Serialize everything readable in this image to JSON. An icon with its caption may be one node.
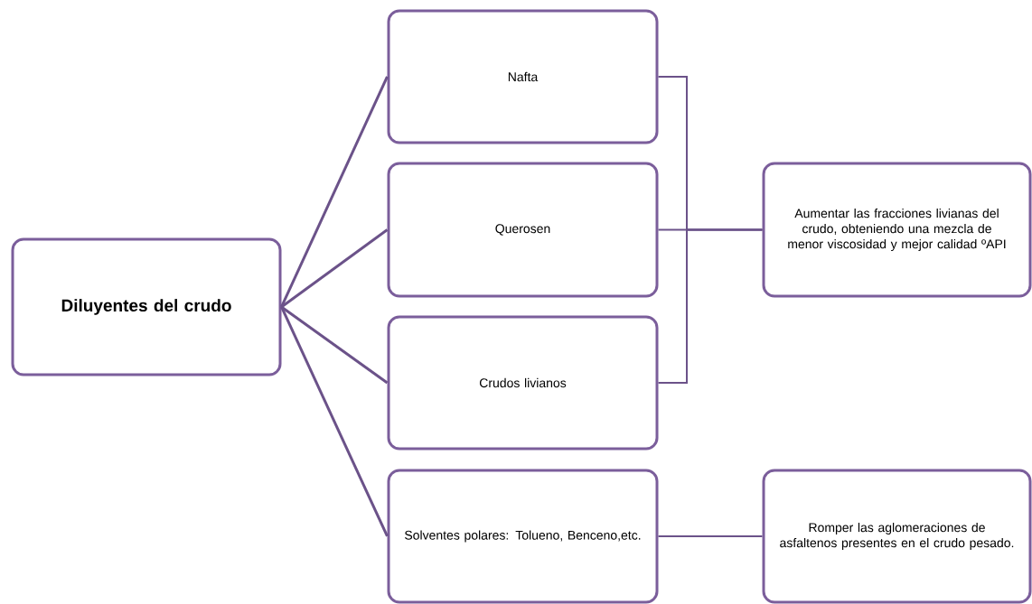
{
  "diagram": {
    "nodes": [
      {
        "text": [
          "Diluyentes del crudo"
        ]
      },
      {
        "text": [
          "Nafta"
        ]
      },
      {
        "text": [
          "Querosen"
        ]
      },
      {
        "text": [
          "Crudos livianos"
        ]
      },
      {
        "text": [
          "Solventes polares: Tolueno, Benceno,etc."
        ]
      },
      {
        "text": [
          "Aumentar las fracciones livianas del crudo, obteniendo una mezcla de menor viscosidad y mejor calidad ºAPI"
        ]
      },
      {
        "text": [
          "Romper las aglomeraciones de asfaltenos presentes en el crudo pesado."
        ]
      }
    ],
    "edges": [
      {
        "from": 0,
        "to": 1,
        "arrow": "none"
      },
      {
        "from": 0,
        "to": 2,
        "arrow": "none"
      },
      {
        "from": 0,
        "to": 3,
        "arrow": "none"
      },
      {
        "from": 0,
        "to": 4,
        "arrow": "none"
      },
      {
        "from": 1,
        "to": 5,
        "arrow": "none"
      },
      {
        "from": 2,
        "to": 5,
        "arrow": "none"
      },
      {
        "from": 3,
        "to": 5,
        "arrow": "none"
      },
      {
        "from": 4,
        "to": 6,
        "arrow": "none"
      }
    ]
  }
}
